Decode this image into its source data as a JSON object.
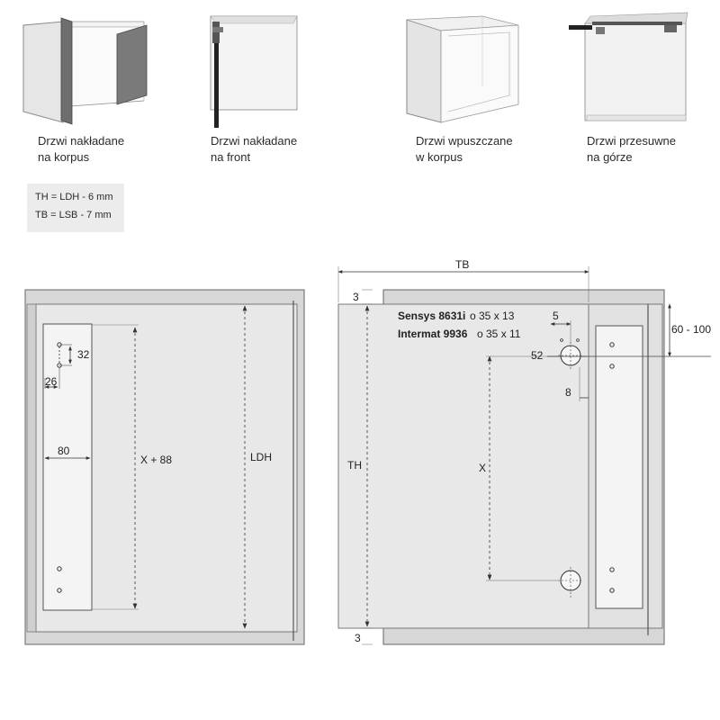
{
  "top_row": [
    {
      "line1": "Drzwi nakładane",
      "line2": "na korpus"
    },
    {
      "line1": "Drzwi nakładane",
      "line2": "na front"
    },
    {
      "line1": "Drzwi wpuszczane",
      "line2": "w korpus"
    },
    {
      "line1": "Drzwi przesuwne",
      "line2": "na górze"
    }
  ],
  "formulas": [
    "TH = LDH - 6 mm",
    "TB = LSB - 7 mm"
  ],
  "left_drawing": {
    "dim_32": "32",
    "dim_26": "26",
    "dim_80": "80",
    "dim_x88": "X + 88",
    "dim_ldh": "LDH"
  },
  "right_drawing": {
    "dim_tb": "TB",
    "dim_th": "TH",
    "dim_3_top": "3",
    "dim_3_bottom": "3",
    "dim_5": "5",
    "dim_52": "52",
    "dim_8": "8",
    "dim_60_100": "60 - 100",
    "dim_x": "X",
    "sensys_name": "Sensys 8631i",
    "sensys_spec": "o 35 x 13",
    "intermat_name": "Intermat 9936",
    "intermat_spec": "o 35 x 11"
  }
}
